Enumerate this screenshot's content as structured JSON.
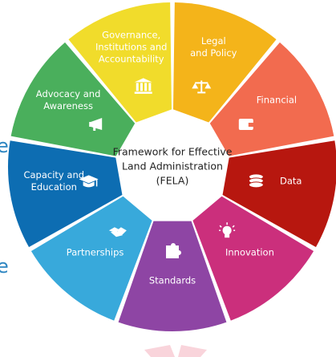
{
  "diagram": {
    "center_lines": [
      "Framework for Effective",
      "Land Administration",
      "(FELA)"
    ],
    "segments": [
      {
        "lines": [
          "Legal",
          "and Policy"
        ],
        "color": "#f4b41a",
        "icon": "scales-icon"
      },
      {
        "lines": [
          "Financial"
        ],
        "color": "#f26b4f",
        "icon": "wallet-icon"
      },
      {
        "lines": [
          "Data"
        ],
        "color": "#b7170f",
        "icon": "database-icon"
      },
      {
        "lines": [
          "Innovation"
        ],
        "color": "#cb2f7c",
        "icon": "lightbulb-icon"
      },
      {
        "lines": [
          "Standards"
        ],
        "color": "#8e45a4",
        "icon": "puzzle-icon"
      },
      {
        "lines": [
          "Partnerships"
        ],
        "color": "#38a9db",
        "icon": "handshake-icon"
      },
      {
        "lines": [
          "Capacity and",
          "Education"
        ],
        "color": "#0d6db2",
        "icon": "graduation-cap-icon"
      },
      {
        "lines": [
          "Advocacy and",
          "Awareness"
        ],
        "color": "#4aaf5c",
        "icon": "megaphone-icon"
      },
      {
        "lines": [
          "Governance,",
          "Institutions and",
          "Accountability"
        ],
        "color": "#f1dc2b",
        "icon": "institution-icon"
      }
    ],
    "edge_glyphs": [
      "e",
      "e"
    ],
    "accent_pink": "#f7c2cc"
  }
}
